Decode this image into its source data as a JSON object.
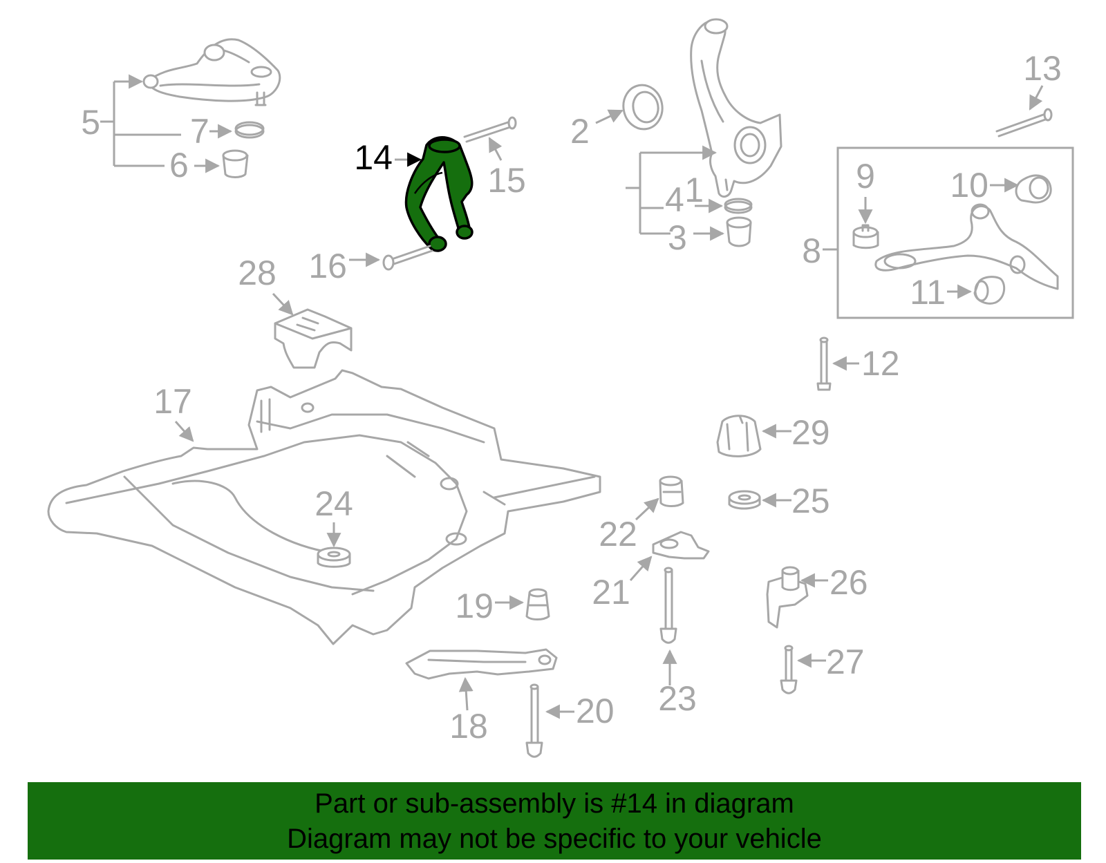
{
  "diagram": {
    "highlight_color": "#156f0e",
    "part_color": "#a7a7a7",
    "highlighted_part": "14",
    "callouts": {
      "c1": "1",
      "c2": "2",
      "c3": "3",
      "c4": "4",
      "c5": "5",
      "c6": "6",
      "c7": "7",
      "c8": "8",
      "c9": "9",
      "c10": "10",
      "c11": "11",
      "c12": "12",
      "c13": "13",
      "c14": "14",
      "c15": "15",
      "c16": "16",
      "c17": "17",
      "c18": "18",
      "c19": "19",
      "c20": "20",
      "c21": "21",
      "c22": "22",
      "c23": "23",
      "c24": "24",
      "c25": "25",
      "c26": "26",
      "c27": "27",
      "c28": "28",
      "c29": "29"
    }
  },
  "footer": {
    "line1": "Part or sub-assembly is #14 in diagram",
    "line2": "Diagram may not be specific to your vehicle",
    "background": "#156f0e"
  }
}
